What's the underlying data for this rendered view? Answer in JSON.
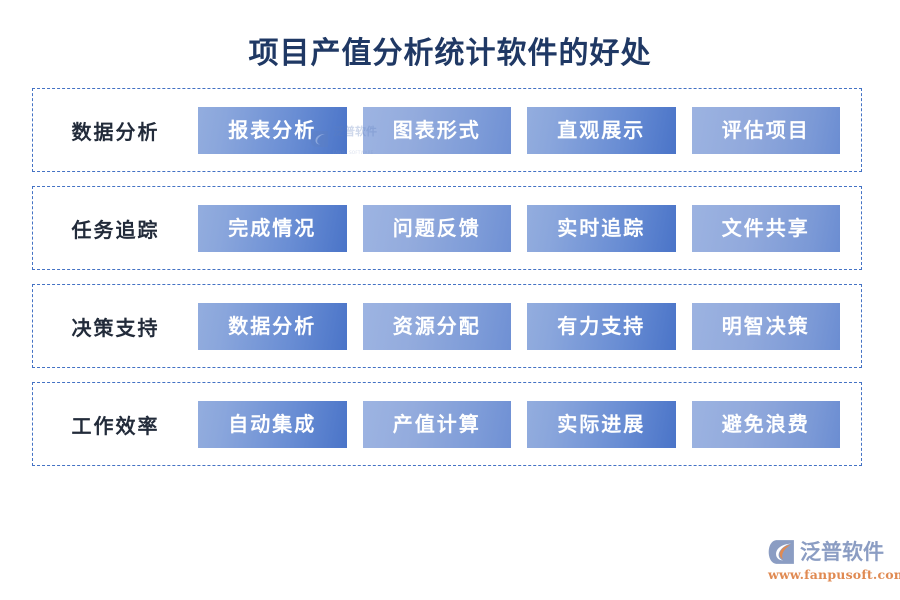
{
  "page": {
    "title": "项目产值分析统计软件的好处",
    "background_color": "#ffffff",
    "title_color": "#1f3864",
    "border_color": "#4472c4",
    "card_gradient_from": "#93adde",
    "card_gradient_to": "#4a74c8"
  },
  "rows": [
    {
      "label": "数据分析",
      "cards": [
        {
          "label": "报表分析"
        },
        {
          "label": "图表形式"
        },
        {
          "label": "直观展示"
        },
        {
          "label": "评估项目"
        }
      ]
    },
    {
      "label": "任务追踪",
      "cards": [
        {
          "label": "完成情况"
        },
        {
          "label": "问题反馈"
        },
        {
          "label": "实时追踪"
        },
        {
          "label": "文件共享"
        }
      ]
    },
    {
      "label": "决策支持",
      "cards": [
        {
          "label": "数据分析"
        },
        {
          "label": "资源分配"
        },
        {
          "label": "有力支持"
        },
        {
          "label": "明智决策"
        }
      ]
    },
    {
      "label": "工作效率",
      "cards": [
        {
          "label": "自动集成"
        },
        {
          "label": "产值计算"
        },
        {
          "label": "实际进展"
        },
        {
          "label": "避免浪费"
        }
      ]
    }
  ],
  "watermark": {
    "text": "泛普软件",
    "sub": "FANPU SOFTWARE",
    "icon": "fanpu-logo-mark-icon"
  },
  "logo": {
    "icon": "fanpu-logo-mark-icon",
    "name": "泛普软件",
    "url": "www.fanpusoft.com",
    "word_color": "#8b9dc3",
    "url_color": "#e08a52",
    "accent_color": "#e08a52"
  }
}
